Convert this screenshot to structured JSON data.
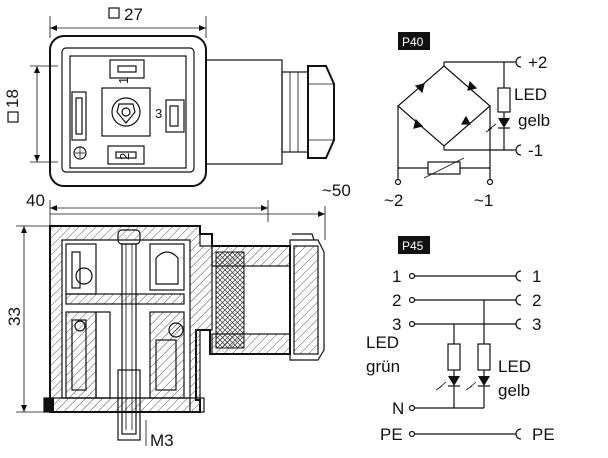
{
  "dimensions": {
    "top_width": "27",
    "side_height": "18",
    "side_width": "40",
    "overall_width": "~50",
    "side_view_height": "33",
    "thread": "M3"
  },
  "connector_face": {
    "pin_2": "2",
    "pin_3": "3",
    "pin_1": "1"
  },
  "p40": {
    "tag": "P40",
    "plus": "+2",
    "minus": "-1",
    "led_line1": "LED",
    "led_line2": "gelb",
    "bottom_left": "~2",
    "bottom_right": "~1"
  },
  "p45": {
    "tag": "P45",
    "rows_left": [
      "1",
      "2",
      "3",
      "N",
      "PE"
    ],
    "rows_right": [
      "1",
      "2",
      "3",
      "PE"
    ],
    "led_green_line1": "LED",
    "led_green_line2": "grün",
    "led_yellow_line1": "LED",
    "led_yellow_line2": "gelb"
  },
  "colors": {
    "line": "#111111",
    "tag_fill": "#111111",
    "hatch": "#555555"
  }
}
